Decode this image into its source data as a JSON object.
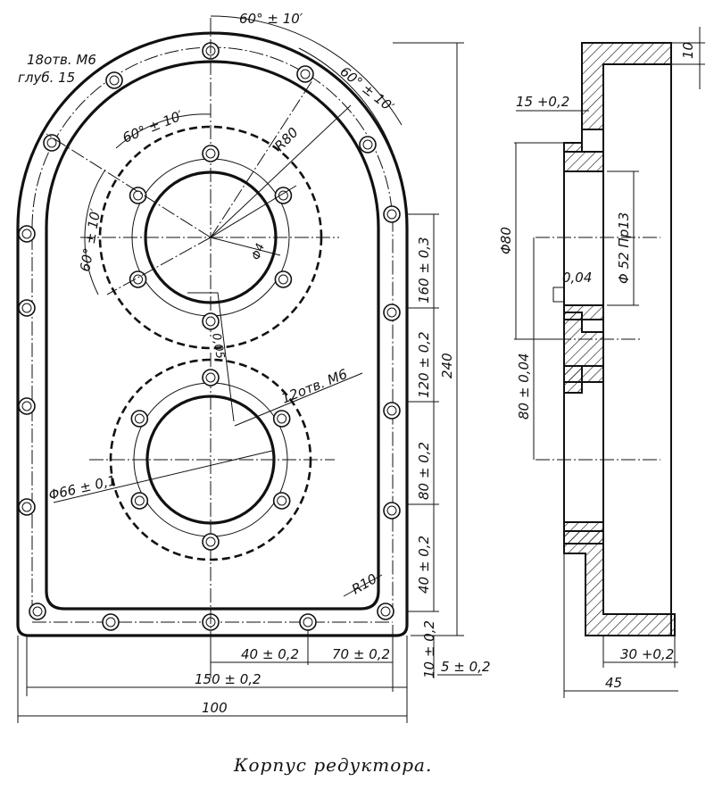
{
  "caption": "Корпус редуктора.",
  "front_view": {
    "angle_top": "60° ± 10′",
    "angle_right": "60° ± 10′",
    "angle_inner": "60° ± 10′",
    "angle_left": "60° ± 10′",
    "holes_outer_line1": "18отв. М6",
    "holes_outer_line2": "глуб. 15",
    "radius_outer": "R80",
    "dia_small": "Φ4",
    "dia_inner_cut": "0,05",
    "holes_inner": "12отв. М6",
    "dia_bolt_circle": "Φ66 ± 0,1",
    "radius_corner": "R10",
    "dim_160": "160 ± 0,3",
    "dim_120": "120 ± 0,2",
    "dim_80": "80 ± 0,2",
    "dim_40v": "40 ± 0,2",
    "dim_240": "240",
    "dim_10": "10 ± 0,2",
    "dim_5": "5 ± 0,2",
    "dim_40h": "40 ± 0,2",
    "dim_70": "70 ± 0,2",
    "dim_150": "150 ± 0,2",
    "dim_100": "100"
  },
  "side_view": {
    "dim_10": "10",
    "dim_15": "15 +0,2",
    "dim_phi80": "Φ80",
    "dim_phi52": "Φ 52 Пр13",
    "tol_004": "0,04",
    "dim_80": "80 ± 0,04",
    "dim_30": "30 +0,2",
    "dim_45": "45"
  }
}
